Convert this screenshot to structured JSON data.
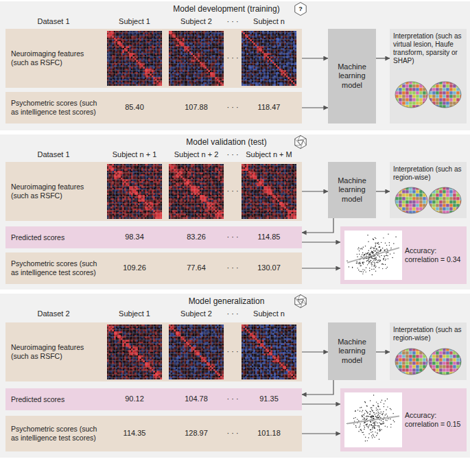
{
  "diagram": {
    "nodes": [
      {
        "text": [
          "Model development (training)",
          "Dataset 1",
          "Subject 1",
          "Subject 2",
          "· · ·",
          "Subject n"
        ]
      },
      {
        "text": [
          "Neuroimaging features (such as RSFC)",
          "· · ·"
        ],
        "in": 0
      },
      {
        "text": [
          "Psychometric scores (such as intelligence test scores)",
          "85.40",
          "107.88",
          "· · ·",
          "118.47"
        ],
        "in": 0
      },
      {
        "text": [
          "Machine learning model"
        ],
        "in": 0
      },
      {
        "text": [
          "Interpretation (such as virtual lesion, Haufe transform, sparsity or SHAP)"
        ],
        "in": 0
      },
      {
        "text": [
          "Model validation (test)",
          "Dataset 1",
          "Subject n + 1",
          "Subject n + 2",
          "· · ·",
          "Subject n + M"
        ]
      },
      {
        "text": [
          "Neuroimaging features (such as RSFC)",
          "· · ·"
        ],
        "in": 5
      },
      {
        "text": [
          "Machine learning model"
        ],
        "in": 5
      },
      {
        "text": [
          "Interpretation (such as region-wise)"
        ],
        "in": 5
      },
      {
        "text": [
          "Predicted scores",
          "98.34",
          "83.26",
          "· · ·",
          "114.85"
        ],
        "in": 5
      },
      {
        "text": [
          "Psychometric scores (such as intelligence test scores)",
          "109.26",
          "77.64",
          "· · ·",
          "130.07"
        ],
        "in": 5
      },
      {
        "text": [
          "Accuracy: correlation = 0.34"
        ],
        "in": 5
      },
      {
        "text": [
          "Model generalization",
          "Dataset 2",
          "Subject 1",
          "Subject 2",
          "· · ·",
          "Subject n"
        ]
      },
      {
        "text": [
          "Neuroimaging features (such as RSFC)",
          "· · ·"
        ],
        "in": 12
      },
      {
        "text": [
          "Machine learning model"
        ],
        "in": 12
      },
      {
        "text": [
          "Interpretation (such as region-wise)"
        ],
        "in": 12
      },
      {
        "text": [
          "Predicted scores",
          "90.12",
          "104.78",
          "· · ·",
          "91.35"
        ],
        "in": 12
      },
      {
        "text": [
          "Psychometric scores (such as intelligence test scores)",
          "114.35",
          "128.97",
          "· · ·",
          "101.18"
        ],
        "in": 12
      },
      {
        "text": [
          "Accuracy: correlation = 0.15"
        ],
        "in": 12
      }
    ],
    "edges": [
      {
        "from": 1,
        "to": 3,
        "arrow": "to"
      },
      {
        "from": 2,
        "to": 3,
        "arrow": "to"
      },
      {
        "from": 3,
        "to": 4,
        "arrow": "to"
      },
      {
        "from": 6,
        "to": 7,
        "arrow": "to"
      },
      {
        "from": 7,
        "to": 8,
        "arrow": "to"
      },
      {
        "from": 7,
        "to": 9,
        "arrow": "to"
      },
      {
        "from": 9,
        "to": 11,
        "arrow": "to"
      },
      {
        "from": 10,
        "to": 11,
        "arrow": "to"
      },
      {
        "from": 13,
        "to": 14,
        "arrow": "to"
      },
      {
        "from": 14,
        "to": 15,
        "arrow": "to"
      },
      {
        "from": 14,
        "to": 16,
        "arrow": "to"
      },
      {
        "from": 16,
        "to": 18,
        "arrow": "to"
      },
      {
        "from": 17,
        "to": 18,
        "arrow": "to"
      }
    ],
    "labels": [
      "?"
    ]
  }
}
